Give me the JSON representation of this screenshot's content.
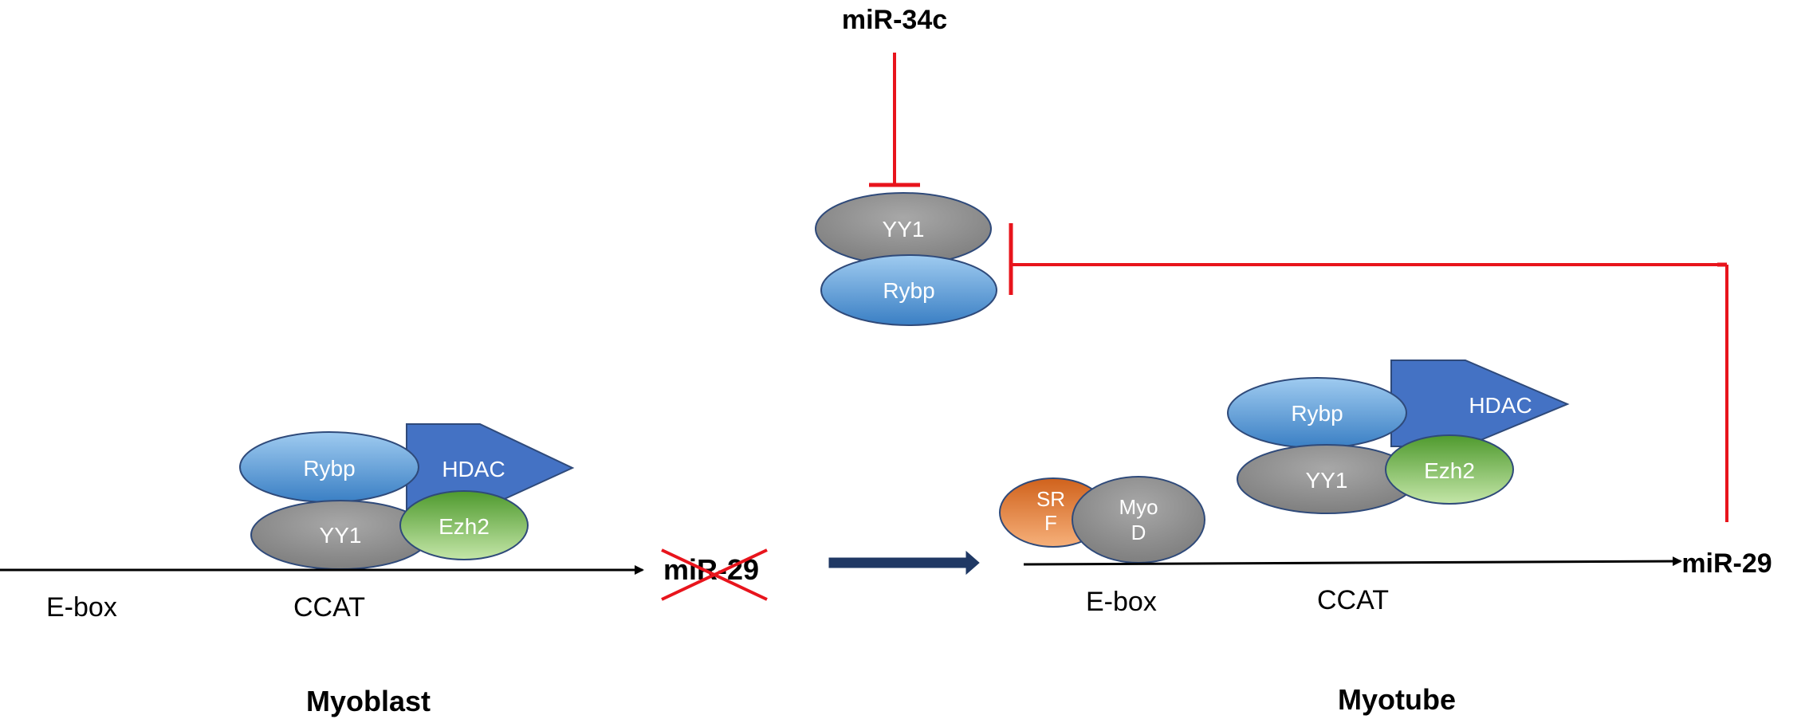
{
  "regulators": {
    "mir34c": "miR-34c",
    "mir29_right": "miR-29",
    "mir29_left": "miR-29"
  },
  "free_complex": {
    "yy1": "YY1",
    "rybp": "Rybp"
  },
  "myoblast": {
    "rybp": "Rybp",
    "hdac": "HDAC",
    "yy1": "YY1",
    "ezh2": "Ezh2",
    "ebox": "E-box",
    "ccat": "CCAT",
    "caption": "Myoblast"
  },
  "myotube": {
    "rybp": "Rybp",
    "hdac": "HDAC",
    "yy1": "YY1",
    "ezh2": "Ezh2",
    "srf_line1": "SR",
    "srf_line2": "F",
    "myod_line1": "Myo",
    "myod_line2": "D",
    "ebox": "E-box",
    "ccat": "CCAT",
    "caption": "Myotube"
  },
  "colors": {
    "inhibition": "#e8141c",
    "gray_protein": "#8a8a8a",
    "blue_protein": "#4a90d0",
    "hdac": "#4472c4",
    "ezh2": "#5aa538",
    "srf": "#e87a2a",
    "transition_arrow": "#1f3864"
  }
}
